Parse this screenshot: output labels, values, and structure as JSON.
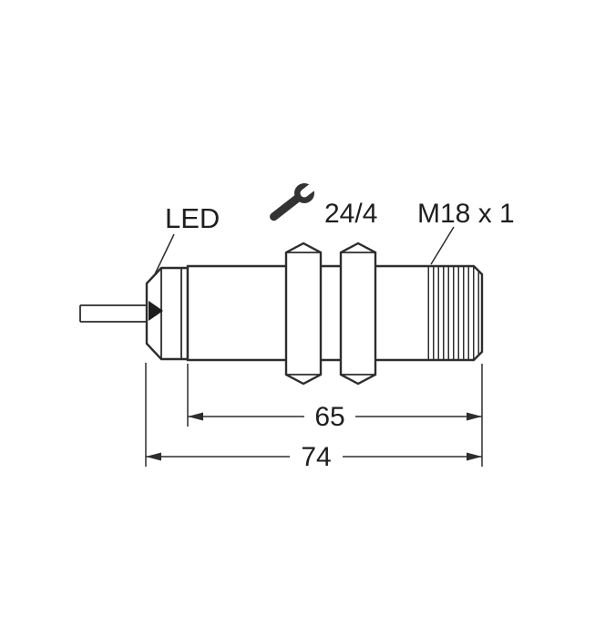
{
  "drawing": {
    "labels": {
      "led": "LED",
      "wrench_size": "24/4",
      "thread_spec": "M18 x 1"
    },
    "dimensions": {
      "thread_length": "65",
      "overall_length": "74"
    },
    "icons": {
      "wrench": "wrench-icon"
    },
    "colors": {
      "line": "#2d2d2d",
      "text": "#1e1e1e",
      "background": "#ffffff"
    }
  }
}
